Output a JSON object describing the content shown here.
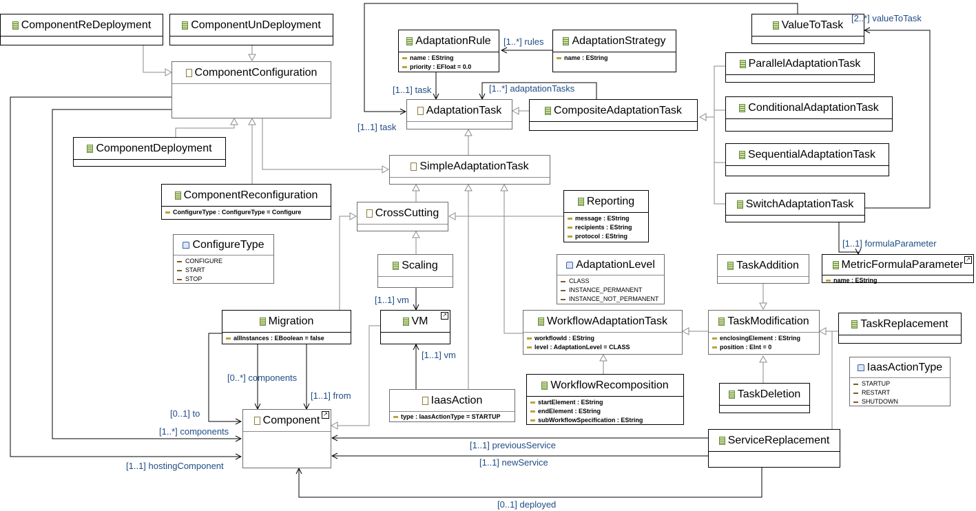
{
  "classes": {
    "component_redeployment": {
      "name": "ComponentReDeployment"
    },
    "component_undeployment": {
      "name": "ComponentUnDeployment"
    },
    "component_configuration": {
      "name": "ComponentConfiguration"
    },
    "component_deployment": {
      "name": "ComponentDeployment"
    },
    "component_reconfiguration": {
      "name": "ComponentReconfiguration",
      "attributes": [
        "ConfigureType : ConfigureType = Configure"
      ]
    },
    "configure_type": {
      "name": "ConfigureType",
      "literals": [
        "CONFIGURE",
        "START",
        "STOP"
      ]
    },
    "adaptation_rule": {
      "name": "AdaptationRule",
      "attributes": [
        "name : EString",
        "priority : EFloat = 0.0"
      ]
    },
    "adaptation_strategy": {
      "name": "AdaptationStrategy",
      "attributes": [
        "name : EString"
      ]
    },
    "adaptation_task": {
      "name": "AdaptationTask"
    },
    "composite_adaptation_task": {
      "name": "CompositeAdaptationTask"
    },
    "value_to_task": {
      "name": "ValueToTask"
    },
    "parallel_adaptation_task": {
      "name": "ParallelAdaptationTask"
    },
    "conditional_adaptation_task": {
      "name": "ConditionalAdaptationTask"
    },
    "sequential_adaptation_task": {
      "name": "SequentialAdaptationTask"
    },
    "switch_adaptation_task": {
      "name": "SwitchAdaptationTask"
    },
    "simple_adaptation_task": {
      "name": "SimpleAdaptationTask"
    },
    "cross_cutting": {
      "name": "CrossCutting"
    },
    "reporting": {
      "name": "Reporting",
      "attributes": [
        "message : EString",
        "recipients : EString",
        "protocol : EString"
      ]
    },
    "scaling": {
      "name": "Scaling"
    },
    "vm": {
      "name": "VM"
    },
    "migration": {
      "name": "Migration",
      "attributes": [
        "allInstances : EBoolean = false"
      ]
    },
    "component": {
      "name": "Component"
    },
    "iaas_action": {
      "name": "IaasAction",
      "attributes": [
        "type : IaasActionType = STARTUP"
      ]
    },
    "adaptation_level": {
      "name": "AdaptationLevel",
      "literals": [
        "CLASS",
        "INSTANCE_PERMANENT",
        "INSTANCE_NOT_PERMANENT"
      ]
    },
    "workflow_adaptation_task": {
      "name": "WorkflowAdaptationTask",
      "attributes": [
        "workflowId : EString",
        "level : AdaptationLevel = CLASS"
      ]
    },
    "workflow_recomposition": {
      "name": "WorkflowRecomposition",
      "attributes": [
        "startElement : EString",
        "endElement : EString",
        "subWorkflowSpecification : EString"
      ]
    },
    "task_addition": {
      "name": "TaskAddition"
    },
    "task_modification": {
      "name": "TaskModification",
      "attributes": [
        "enclosingElement : EString",
        "position : EInt = 0"
      ]
    },
    "task_replacement": {
      "name": "TaskReplacement"
    },
    "task_deletion": {
      "name": "TaskDeletion"
    },
    "metric_formula_parameter": {
      "name": "MetricFormulaParameter",
      "attributes": [
        "name : EString"
      ]
    },
    "iaas_action_type": {
      "name": "IaasActionType",
      "literals": [
        "STARTUP",
        "RESTART",
        "SHUTDOWN"
      ]
    },
    "service_replacement": {
      "name": "ServiceReplacement"
    }
  },
  "edge_labels": {
    "rules": "[1..*] rules",
    "adaptation_tasks": "[1..*] adaptationTasks",
    "rule_task": "[1..1] task",
    "value_task": "[1..1] task",
    "value_to_task": "[2..*] valueToTask",
    "formula_parameter": "[1..1] formulaParameter",
    "scaling_vm": "[1..1] vm",
    "iaas_vm": "[1..1] vm",
    "migration_components": "[0..*] components",
    "migration_from": "[1..1] from",
    "migration_to": "[0..1] to",
    "config_components": "[1..*] components",
    "hosting_component": "[1..1] hostingComponent",
    "previous_service": "[1..1] previousService",
    "new_service": "[1..1] newService",
    "deployed": "[0..1] deployed"
  },
  "colors": {
    "label": "#1f4c86",
    "line": "#808080",
    "dark_line": "#000000"
  }
}
